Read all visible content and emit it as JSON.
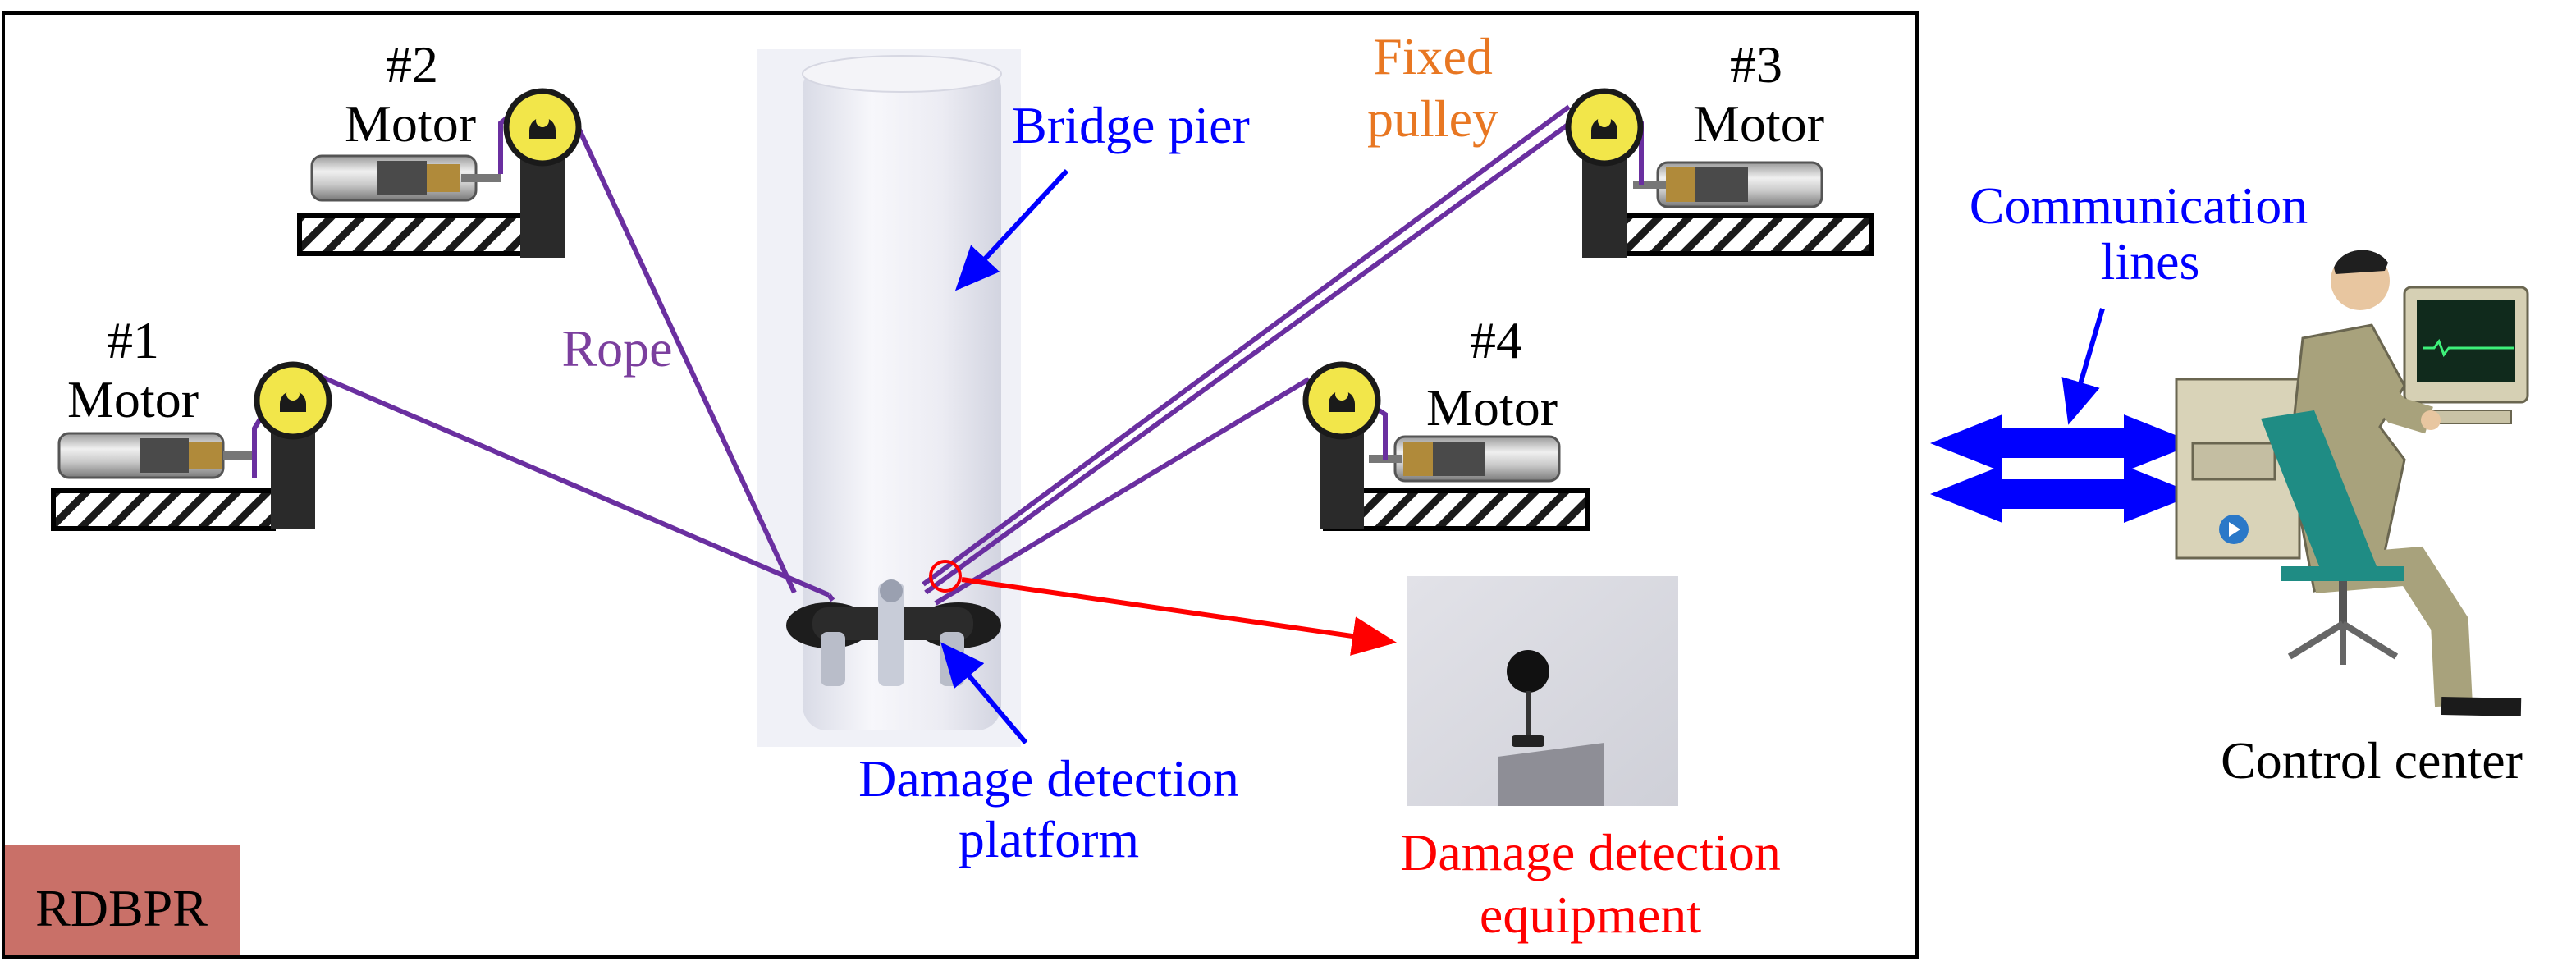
{
  "motors": [
    {
      "number": "#1",
      "label": "Motor"
    },
    {
      "number": "#2",
      "label": "Motor"
    },
    {
      "number": "#3",
      "label": "Motor"
    },
    {
      "number": "#4",
      "label": "Motor"
    }
  ],
  "labels": {
    "bridge_pier": "Bridge pier",
    "fixed_pulley_line1": "Fixed",
    "fixed_pulley_line2": "pulley",
    "rope": "Rope",
    "platform_line1": "Damage detection",
    "platform_line2": "platform",
    "equipment_line1": "Damage detection",
    "equipment_line2": "equipment",
    "comm_line1": "Communication",
    "comm_line2": "lines",
    "control_center": "Control center",
    "system_tag": "RDBPR"
  },
  "colors": {
    "blue": "#0000ff",
    "red": "#ff0000",
    "orange": "#e87722",
    "purple": "#7b3f9e",
    "rope": "#6a2fa0",
    "pulley_yellow": "#f2e64a",
    "tag_bg": "#c97068",
    "frame": "#000000"
  },
  "icons": [
    "motor-icon",
    "pulley-icon",
    "person-at-computer-icon",
    "double-arrow-icon"
  ]
}
